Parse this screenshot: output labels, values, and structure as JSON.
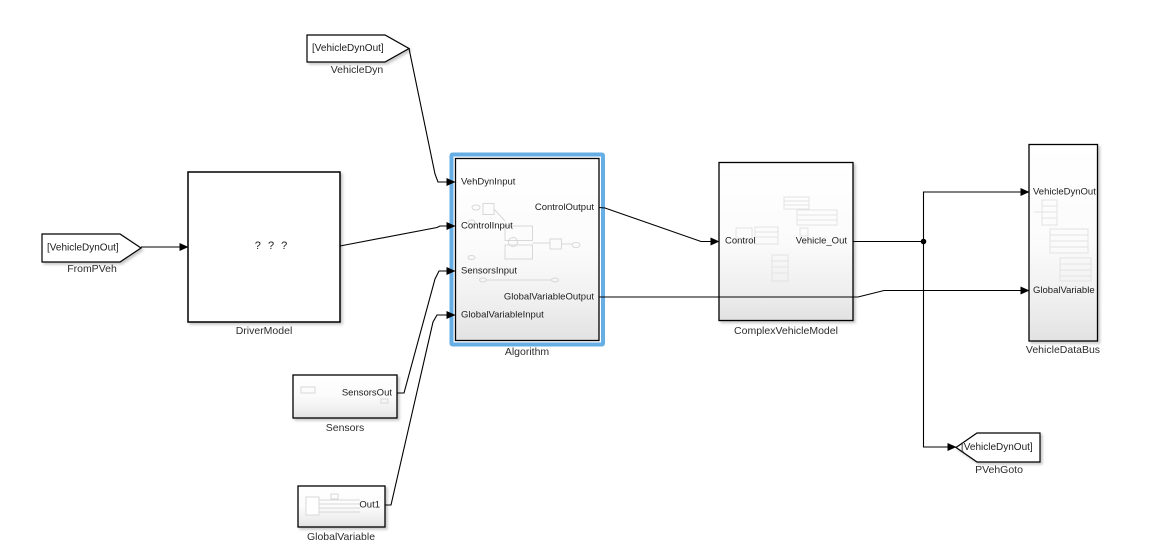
{
  "palette": {
    "background": "#ffffff",
    "wire": "#000000",
    "block_border": "#000000",
    "selection_blue": "#66AEE4",
    "block_gradient_bottom": "#e2e2e2"
  },
  "blocks": {
    "driver_model": {
      "label": "DriverModel",
      "content": "? ? ?"
    },
    "algorithm": {
      "label": "Algorithm",
      "selected": true,
      "port_vehdyn_in": "VehDynInput",
      "port_control_in": "ControlInput",
      "port_sensors_in": "SensorsInput",
      "port_globalvar_in": "GlobalVariableInput",
      "port_control_out": "ControlOutput",
      "port_globalvar_out": "GlobalVariableOutput"
    },
    "complex_vehicle_model": {
      "label": "ComplexVehicleModel",
      "port_control_in": "Control",
      "port_vehicle_out": "Vehicle_Out"
    },
    "vehicle_data_bus": {
      "label": "VehicleDataBus",
      "port_vehdyn_in": "VehicleDynOut",
      "port_globalvar_in": "GlobalVariable"
    },
    "sensors": {
      "label": "Sensors",
      "port_out": "SensorsOut"
    },
    "global_variable": {
      "label": "GlobalVariable",
      "port_out": "Out1"
    }
  },
  "tags": {
    "from_pveh": {
      "text": "[VehicleDynOut]",
      "label": "FromPVeh",
      "type": "From"
    },
    "vehicle_dyn": {
      "text": "[VehicleDynOut]",
      "label": "VehicleDyn",
      "type": "From"
    },
    "pveh_goto": {
      "text": "[VehicleDynOut]",
      "label": "PVehGoto",
      "type": "Goto"
    }
  }
}
